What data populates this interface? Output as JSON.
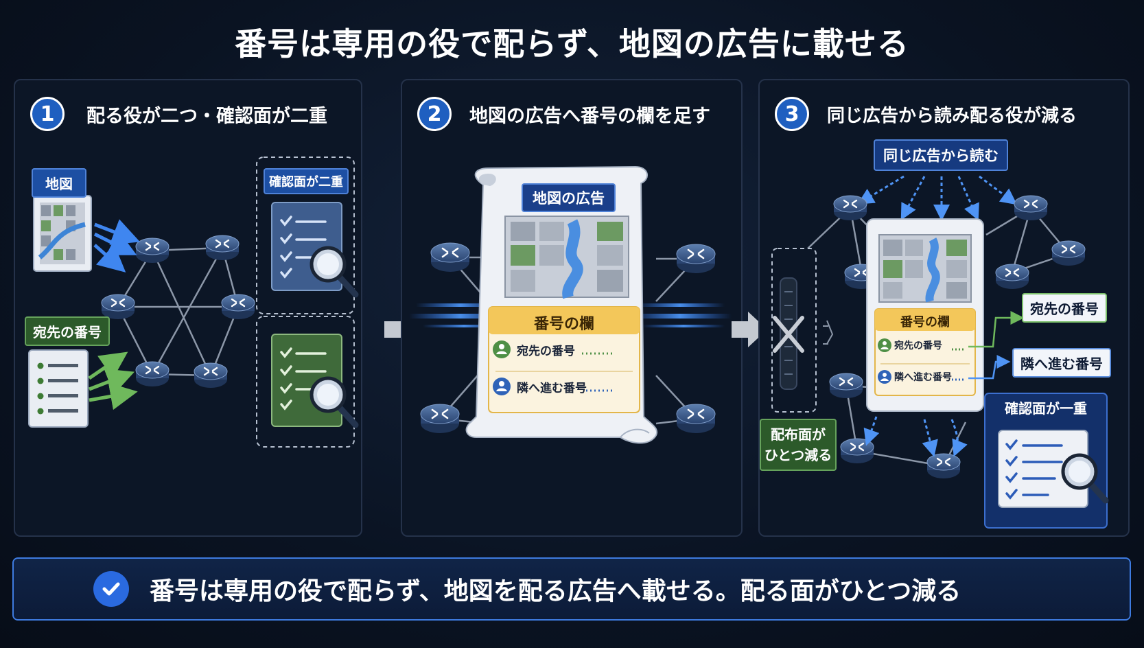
{
  "title": "番号は専用の役で配らず、地図の広告に載せる",
  "panels": [
    {
      "number": "1",
      "title": "配る役が二つ・確認面が二重",
      "map_tag": "地図",
      "number_tag": "宛先の番号",
      "check_tag": "確認面が二重"
    },
    {
      "number": "2",
      "title": "地図の広告へ番号の欄を足す",
      "ad_label": "地図の広告",
      "field_title": "番号の欄",
      "field_dest": "宛先の番号",
      "field_next": "隣へ進む番号"
    },
    {
      "number": "3",
      "title": "同じ広告から読み配る役が減る",
      "read_tag": "同じ広告から読む",
      "field_title": "番号の欄",
      "field_dest": "宛先の番号",
      "field_next": "隣へ進む番号",
      "out_dest": "宛先の番号",
      "out_next": "隣へ進む番号",
      "check_tag": "確認面が一重",
      "reduced_line1": "配布面が",
      "reduced_line2": "ひとつ減る"
    }
  ],
  "summary": "番号は専用の役で配らず、地図を配る広告へ載せる。配る面がひとつ減る",
  "colors": {
    "accent": "#1f5fc0",
    "green": "#66a35c",
    "router": "#3a5a86",
    "field": "#f3c75a"
  },
  "icons": [
    "router-icon",
    "map-icon",
    "list-icon",
    "magnifier-icon",
    "checklist-icon",
    "arrow-right-icon",
    "check-icon",
    "cross-icon",
    "person-icon"
  ]
}
